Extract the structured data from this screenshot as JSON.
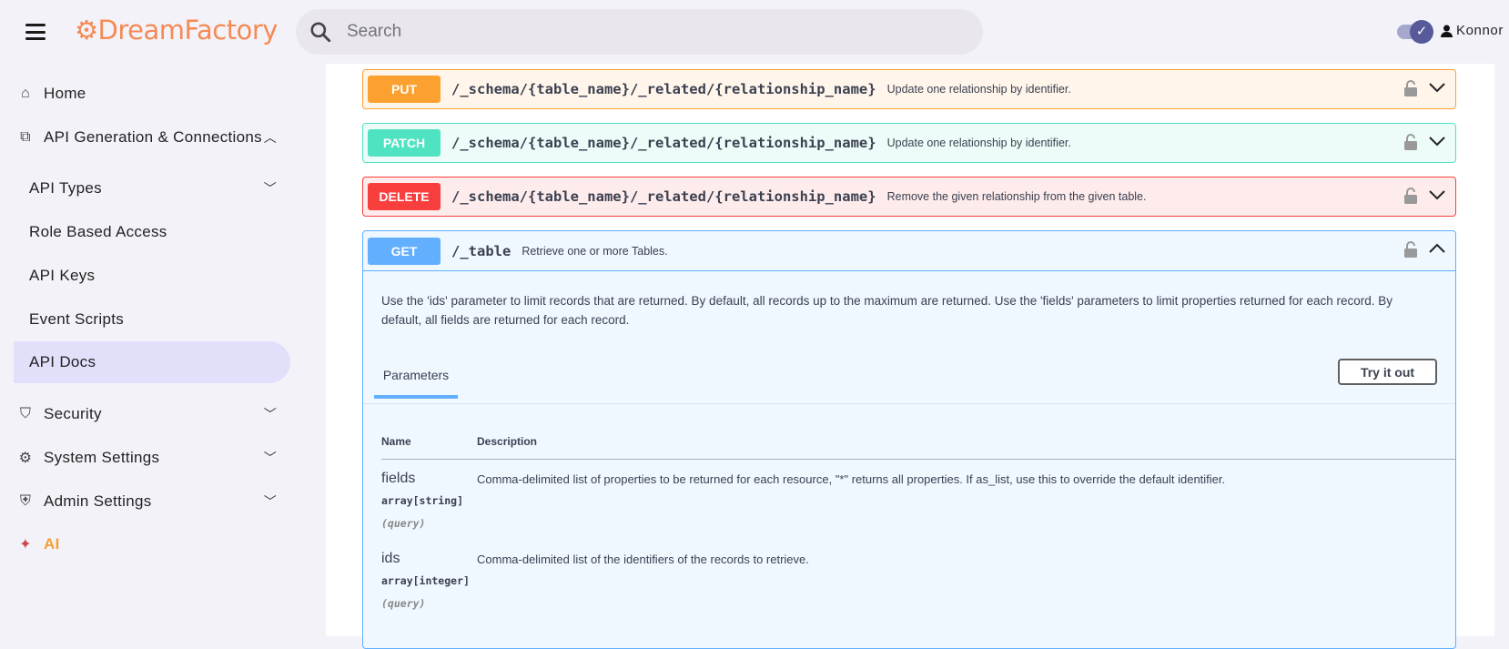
{
  "header": {
    "logo": "⚙DreamFactory",
    "search_placeholder": "Search",
    "user": "Konnor",
    "theme_toggle": "on"
  },
  "sidebar": {
    "items": [
      {
        "label": "Home",
        "icon": "home-icon"
      },
      {
        "label": "API Generation & Connections",
        "icon": "api-connections-icon",
        "expanded": true
      },
      {
        "label": "API Types"
      },
      {
        "label": "Role Based Access"
      },
      {
        "label": "API Keys"
      },
      {
        "label": "Event Scripts"
      },
      {
        "label": "API Docs",
        "active": true
      },
      {
        "label": "Security",
        "icon": "shield-icon"
      },
      {
        "label": "System Settings",
        "icon": "gear-icon"
      },
      {
        "label": "Admin Settings",
        "icon": "admin-shield-icon"
      },
      {
        "label": "AI",
        "icon": "sparkle-icon"
      }
    ]
  },
  "operations": [
    {
      "method": "PUT",
      "path": "/_schema/{table_name}/_related/{relationship_name}",
      "summary": "Update one relationship by identifier.",
      "color": "#fca130"
    },
    {
      "method": "PATCH",
      "path": "/_schema/{table_name}/_related/{relationship_name}",
      "summary": "Update one relationship by identifier.",
      "color": "#50e3c2"
    },
    {
      "method": "DELETE",
      "path": "/_schema/{table_name}/_related/{relationship_name}",
      "summary": "Remove the given relationship from the given table.",
      "color": "#f93e3e"
    },
    {
      "method": "GET",
      "path": "/_table",
      "summary": "Retrieve one or more Tables.",
      "color": "#61affe",
      "expanded": true,
      "description": "Use the 'ids' parameter to limit records that are returned. By default, all records up to the maximum are returned. Use the 'fields' parameters to limit properties returned for each record. By default, all fields are returned for each record.",
      "tab": "Parameters",
      "try_label": "Try it out",
      "col_name": "Name",
      "col_desc": "Description",
      "params": [
        {
          "name": "fields",
          "type": "array[string]",
          "in": "(query)",
          "desc": "Comma-delimited list of properties to be returned for each resource, \"*\" returns all properties. If as_list, use this to override the default identifier."
        },
        {
          "name": "ids",
          "type": "array[integer]",
          "in": "(query)",
          "desc": "Comma-delimited list of the identifiers of the records to retrieve."
        }
      ]
    }
  ]
}
